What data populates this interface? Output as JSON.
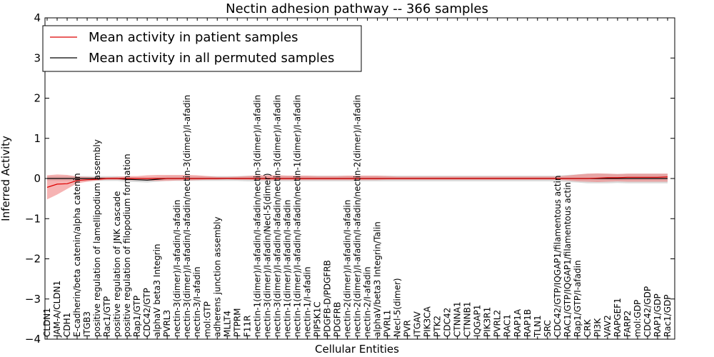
{
  "chart_data": {
    "type": "line",
    "title": "Nectin adhesion pathway -- 366 samples",
    "xlabel": "Cellular Entities",
    "ylabel": "Inferred Activity",
    "ylim": [
      -4,
      4
    ],
    "yticks": [
      -4,
      -3,
      -2,
      -1,
      0,
      1,
      2,
      3,
      4
    ],
    "legend_position": "top-left",
    "categories": [
      "CLDN1",
      "JAM-A/CLDN1",
      "CDH1",
      "E-cadherin/beta catenin/alpha catenin",
      "ITGB3",
      "positive regulation of lamellipodium assembly",
      "Rac1/GTP",
      "positive regulation of JNK cascade",
      "positive regulation of filopodium formation",
      "Rap1/GTP",
      "CDC42/GTP",
      "alphaV beta3 Integrin",
      "PVRL3",
      "nectin-3(dimer)/I-afadin/I-afadin",
      "nectin-3(dimer)/I-afadin/I-afadin/nectin-3(dimer)/I-afadin",
      "nectin-3/I-afadin",
      "mol:GTP",
      "adherens junction assembly",
      "MLLT4",
      "PTPRM",
      "F11R",
      "nectin-1(dimer)/I-afadin/I-afadin/nectin-3(dimer)/I-afadin",
      "nectin-3(dimer)/I-afadin/Necl-5(dimer)",
      "nectin-3(dimer)/I-afadin/I-afadin/nectin-3(dimer)/I-afadin",
      "nectin-1(dimer)/I-afadin/I-afadin",
      "nectin-1(dimer)/I-afadin/I-afadin/nectin-1(dimer)/I-afadin",
      "nectin-1/I-afadin",
      "PIP5K1C",
      "PDGFB-D/PDGFRB",
      "PDGFRB",
      "nectin-2(dimer)/I-afadin/I-afadin",
      "nectin-2(dimer)/I-afadin/I-afadin/nectin-2(dimer)/I-afadin",
      "nectin-2/I-afadin",
      "alphaV/beta3 Integrin/Talin",
      "PVRL1",
      "Necl-5(dimer)",
      "PVR",
      "ITGAV",
      "PIK3CA",
      "PTK2",
      "CDC42",
      "CTNNA1",
      "CTNNB1",
      "IQGAP1",
      "PIK3R1",
      "PVRL2",
      "RAC1",
      "RAP1A",
      "RAP1B",
      "TLN1",
      "SRC",
      "CDC42/GTP/IQGAP1/filamentous actin",
      "RAC1/GTP/IQGAP1/filamentous actin",
      "Rap1/GTP/I-afadin",
      "CRK",
      "PI3K",
      "VAV2",
      "RAPGEF1",
      "FARP2",
      "mol:GDP",
      "CDC42/GDP",
      "RAP1/GDP",
      "Rac1/GDP"
    ],
    "series": [
      {
        "name": "Mean activity in all permuted samples",
        "color": "#000000",
        "band_color": "#bbbbbb",
        "values": [
          0,
          0,
          0,
          0,
          0,
          0,
          0,
          0,
          -0.02,
          -0.03,
          -0.04,
          -0.02,
          0,
          0,
          0,
          0,
          0,
          0,
          0,
          0,
          0,
          0,
          0,
          0,
          0,
          0,
          0,
          0,
          0,
          0,
          0,
          0,
          0,
          0,
          0,
          0,
          0,
          0,
          0,
          0,
          0,
          0,
          0,
          0,
          0,
          0,
          0,
          0,
          0,
          0,
          0,
          0,
          0,
          0,
          0,
          0,
          0,
          0,
          0,
          0,
          0,
          0,
          0
        ],
        "lower": [
          -0.06,
          -0.06,
          -0.06,
          -0.06,
          -0.06,
          -0.06,
          -0.06,
          -0.06,
          -0.08,
          -0.09,
          -0.1,
          -0.08,
          -0.06,
          -0.06,
          -0.06,
          -0.06,
          -0.06,
          -0.06,
          -0.06,
          -0.06,
          -0.07,
          -0.07,
          -0.07,
          -0.07,
          -0.07,
          -0.07,
          -0.07,
          -0.07,
          -0.07,
          -0.07,
          -0.07,
          -0.07,
          -0.07,
          -0.07,
          -0.07,
          -0.07,
          -0.07,
          -0.07,
          -0.07,
          -0.07,
          -0.07,
          -0.07,
          -0.07,
          -0.07,
          -0.07,
          -0.07,
          -0.07,
          -0.07,
          -0.07,
          -0.07,
          -0.07,
          -0.07,
          -0.09,
          -0.1,
          -0.12,
          -0.12,
          -0.12,
          -0.11,
          -0.12,
          -0.12,
          -0.12,
          -0.12,
          -0.12
        ],
        "upper": [
          0.06,
          0.06,
          0.06,
          0.06,
          0.06,
          0.06,
          0.06,
          0.06,
          0.04,
          0.03,
          0.02,
          0.04,
          0.06,
          0.06,
          0.06,
          0.06,
          0.06,
          0.06,
          0.06,
          0.06,
          0.07,
          0.07,
          0.07,
          0.07,
          0.07,
          0.07,
          0.07,
          0.07,
          0.07,
          0.07,
          0.07,
          0.07,
          0.07,
          0.07,
          0.07,
          0.07,
          0.07,
          0.07,
          0.07,
          0.07,
          0.07,
          0.07,
          0.07,
          0.07,
          0.07,
          0.07,
          0.07,
          0.07,
          0.07,
          0.07,
          0.07,
          0.07,
          0.09,
          0.1,
          0.12,
          0.12,
          0.12,
          0.11,
          0.12,
          0.12,
          0.12,
          0.12,
          0.12
        ]
      },
      {
        "name": "Mean activity in patient samples",
        "color": "#dd0000",
        "band_color": "#f08080",
        "values": [
          -0.22,
          -0.14,
          -0.13,
          -0.05,
          -0.03,
          -0.02,
          0,
          0,
          0,
          0,
          0,
          0,
          0,
          0,
          0,
          0,
          0,
          0,
          0,
          0,
          0,
          0,
          0,
          0,
          0,
          0,
          0,
          0,
          0,
          0,
          0,
          0,
          0,
          0,
          0,
          0,
          0,
          0,
          0,
          0,
          0,
          0,
          0,
          0,
          0,
          0,
          0,
          0,
          0,
          0,
          0,
          0,
          0,
          0,
          0,
          0.01,
          0.02,
          0.02,
          0.03,
          0.03,
          0.03,
          0.03,
          0.04
        ],
        "lower": [
          -0.52,
          -0.4,
          -0.26,
          -0.12,
          -0.08,
          -0.05,
          -0.03,
          -0.03,
          -0.04,
          -0.04,
          -0.05,
          -0.06,
          -0.06,
          -0.05,
          -0.05,
          -0.04,
          -0.03,
          -0.03,
          -0.02,
          -0.03,
          -0.03,
          -0.04,
          -0.04,
          -0.04,
          -0.04,
          -0.04,
          -0.04,
          -0.04,
          -0.04,
          -0.04,
          -0.04,
          -0.04,
          -0.04,
          -0.04,
          -0.03,
          -0.03,
          -0.03,
          -0.03,
          -0.03,
          -0.03,
          -0.03,
          -0.03,
          -0.03,
          -0.03,
          -0.03,
          -0.03,
          -0.03,
          -0.03,
          -0.03,
          -0.03,
          -0.03,
          -0.03,
          -0.05,
          -0.07,
          -0.08,
          -0.09,
          -0.08,
          -0.07,
          -0.08,
          -0.08,
          -0.08,
          -0.08,
          -0.08
        ],
        "upper": [
          0.08,
          0.1,
          0.09,
          0.05,
          0.04,
          0.03,
          0.03,
          0.04,
          0.06,
          0.06,
          0.08,
          0.09,
          0.09,
          0.09,
          0.09,
          0.08,
          0.06,
          0.04,
          0.04,
          0.05,
          0.06,
          0.08,
          0.08,
          0.08,
          0.07,
          0.07,
          0.07,
          0.06,
          0.06,
          0.06,
          0.07,
          0.07,
          0.07,
          0.07,
          0.06,
          0.05,
          0.05,
          0.05,
          0.05,
          0.05,
          0.05,
          0.05,
          0.05,
          0.05,
          0.05,
          0.05,
          0.05,
          0.05,
          0.05,
          0.05,
          0.05,
          0.05,
          0.07,
          0.1,
          0.12,
          0.13,
          0.12,
          0.11,
          0.12,
          0.12,
          0.12,
          0.12,
          0.12
        ]
      }
    ]
  }
}
